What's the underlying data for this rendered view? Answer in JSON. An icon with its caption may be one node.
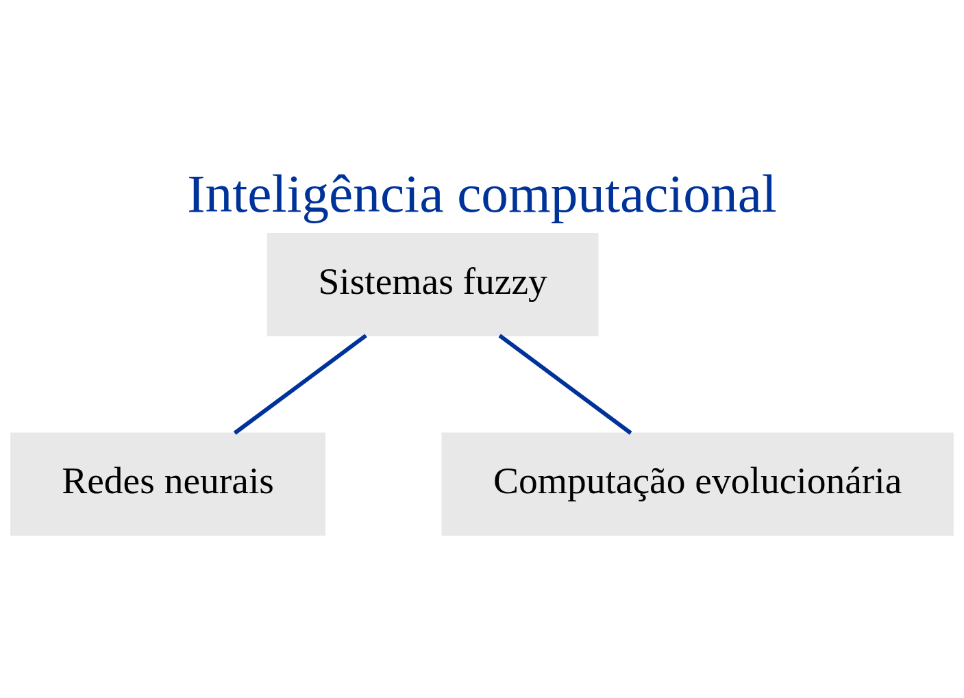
{
  "diagram": {
    "title": "Inteligência computacional",
    "nodes": [
      {
        "text": [
          "Sistemas fuzzy"
        ]
      },
      {
        "text": [
          "Redes neurais"
        ]
      },
      {
        "text": [
          "Computação evolucionária"
        ]
      }
    ],
    "edges": [
      {
        "from": 0,
        "to": 1,
        "arrow": "none"
      },
      {
        "from": 0,
        "to": 2,
        "arrow": "none"
      }
    ]
  }
}
